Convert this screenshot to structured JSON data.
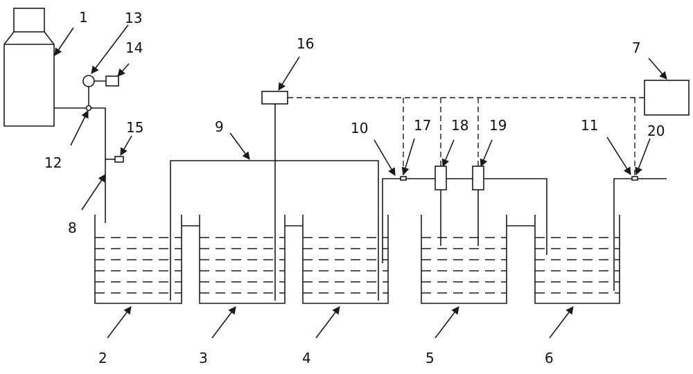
{
  "labels": {
    "n1": "1",
    "n2": "2",
    "n3": "3",
    "n4": "4",
    "n5": "5",
    "n6": "6",
    "n7": "7",
    "n8": "8",
    "n9": "9",
    "n10": "10",
    "n11": "11",
    "n12": "12",
    "n13": "13",
    "n14": "14",
    "n15": "15",
    "n16": "16",
    "n17": "17",
    "n18": "18",
    "n19": "19",
    "n20": "20"
  }
}
